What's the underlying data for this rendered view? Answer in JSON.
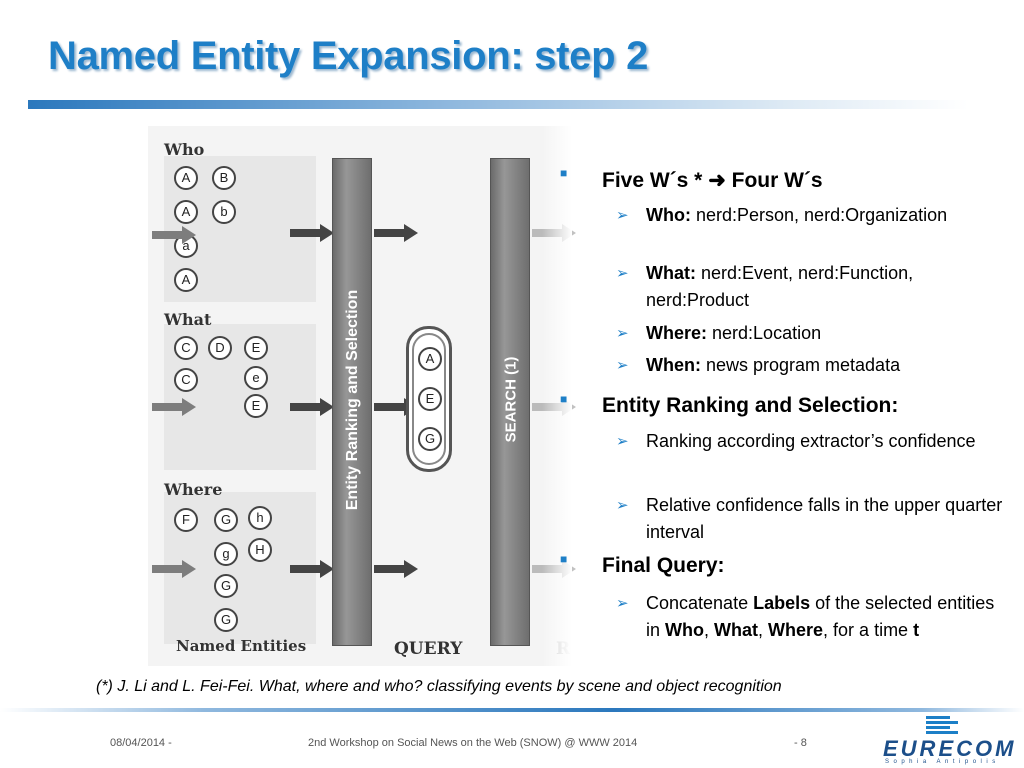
{
  "slide": {
    "title": "Named Entity Expansion: step 2"
  },
  "diagram": {
    "groups": [
      {
        "label": "Who",
        "entities": [
          "A",
          "B",
          "A",
          "b",
          "a",
          "A"
        ]
      },
      {
        "label": "What",
        "entities": [
          "C",
          "D",
          "E",
          "C",
          "e",
          "E"
        ]
      },
      {
        "label": "Where",
        "entities": [
          "F",
          "G",
          "h",
          "g",
          "H",
          "G",
          "G"
        ]
      }
    ],
    "named_entities_label": "Named Entities",
    "ranking_bar_label": "Entity Ranking and Selection",
    "query_entities": [
      "A",
      "E",
      "G"
    ],
    "query_label": "QUERY",
    "search_bar_label": "SEARCH (1)",
    "clipped_letter": "R"
  },
  "content": {
    "bullets": [
      {
        "heading": "Five W´s * ➜ Four W´s",
        "subs": [
          {
            "bold": "Who:",
            "text": " nerd:Person, nerd:Organization"
          },
          {
            "bold": "What:",
            "text": " nerd:Event, nerd:Function, nerd:Product"
          },
          {
            "bold": "Where:",
            "text": " nerd:Location"
          },
          {
            "bold": "When:",
            "text": " news program metadata"
          }
        ]
      },
      {
        "heading": "Entity Ranking and Selection:",
        "subs": [
          {
            "bold": "",
            "text": "Ranking according extractor’s confidence"
          },
          {
            "bold": "",
            "text": "Relative confidence falls in the upper quarter interval"
          }
        ]
      },
      {
        "heading": "Final Query:",
        "final_query": {
          "p1": "Concatenate ",
          "b1": "Labels",
          "p2": " of the selected entities in ",
          "b2": "Who",
          "p3": ", ",
          "b3": "What",
          "p4": ", ",
          "b4": "Where",
          "p5": ", for a time ",
          "b5": "t"
        }
      }
    ]
  },
  "footnote": "(*) J. Li and L. Fei-Fei. What, where and who? classifying events by scene and object recognition",
  "footer": {
    "date": "08/04/2014 -",
    "event": "2nd Workshop on Social News on the Web (SNOW) @ WWW 2014",
    "page": "- 8",
    "logo_text": "EURECOM",
    "logo_sub": "Sophia Antipolis"
  },
  "colors": {
    "title": "#1e7fc7",
    "accent": "#1e7fc7",
    "logo": "#1c4f8a"
  }
}
